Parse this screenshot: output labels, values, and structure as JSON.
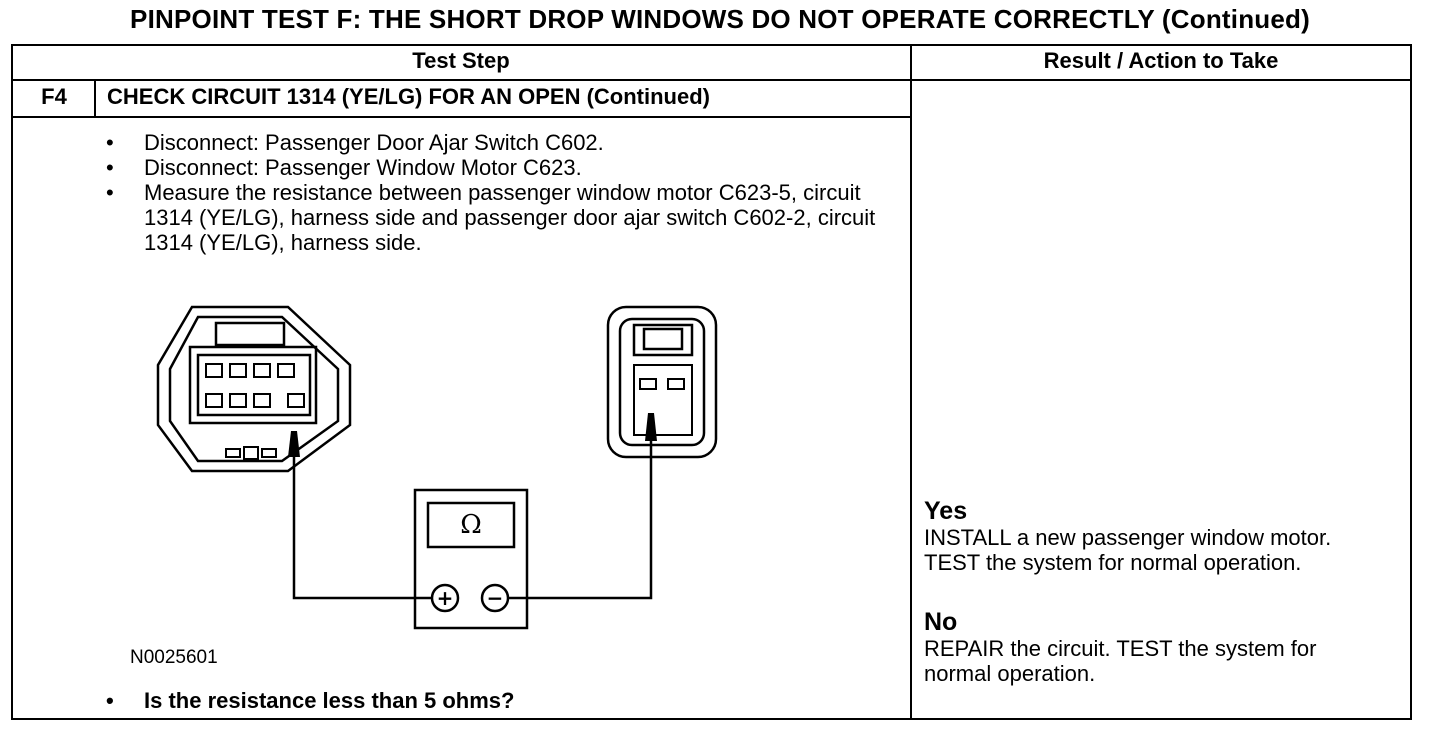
{
  "title": "PINPOINT TEST  F: THE SHORT DROP WINDOWS DO NOT OPERATE CORRECTLY (Continued)",
  "columns": {
    "test_step": "Test Step",
    "result": "Result / Action to Take"
  },
  "step": {
    "id": "F4",
    "title": "CHECK CIRCUIT 1314 (YE/LG) FOR AN OPEN (Continued)",
    "bullets": [
      "Disconnect: Passenger Door Ajar Switch C602.",
      "Disconnect: Passenger Window Motor C623.",
      "Measure the resistance between passenger window motor C623-5, circuit 1314 (YE/LG), harness side and passenger door ajar switch C602-2, circuit 1314 (YE/LG), harness side."
    ],
    "figure_id": "N0025601",
    "question": "Is the resistance less than 5 ohms?",
    "meter": {
      "symbol": "Ω",
      "plus": "+",
      "minus": "−"
    }
  },
  "results": {
    "yes_label": "Yes",
    "yes_text": "INSTALL a new passenger window motor. TEST the system for normal operation.",
    "no_label": "No",
    "no_text": "REPAIR the circuit. TEST the system for normal operation."
  }
}
